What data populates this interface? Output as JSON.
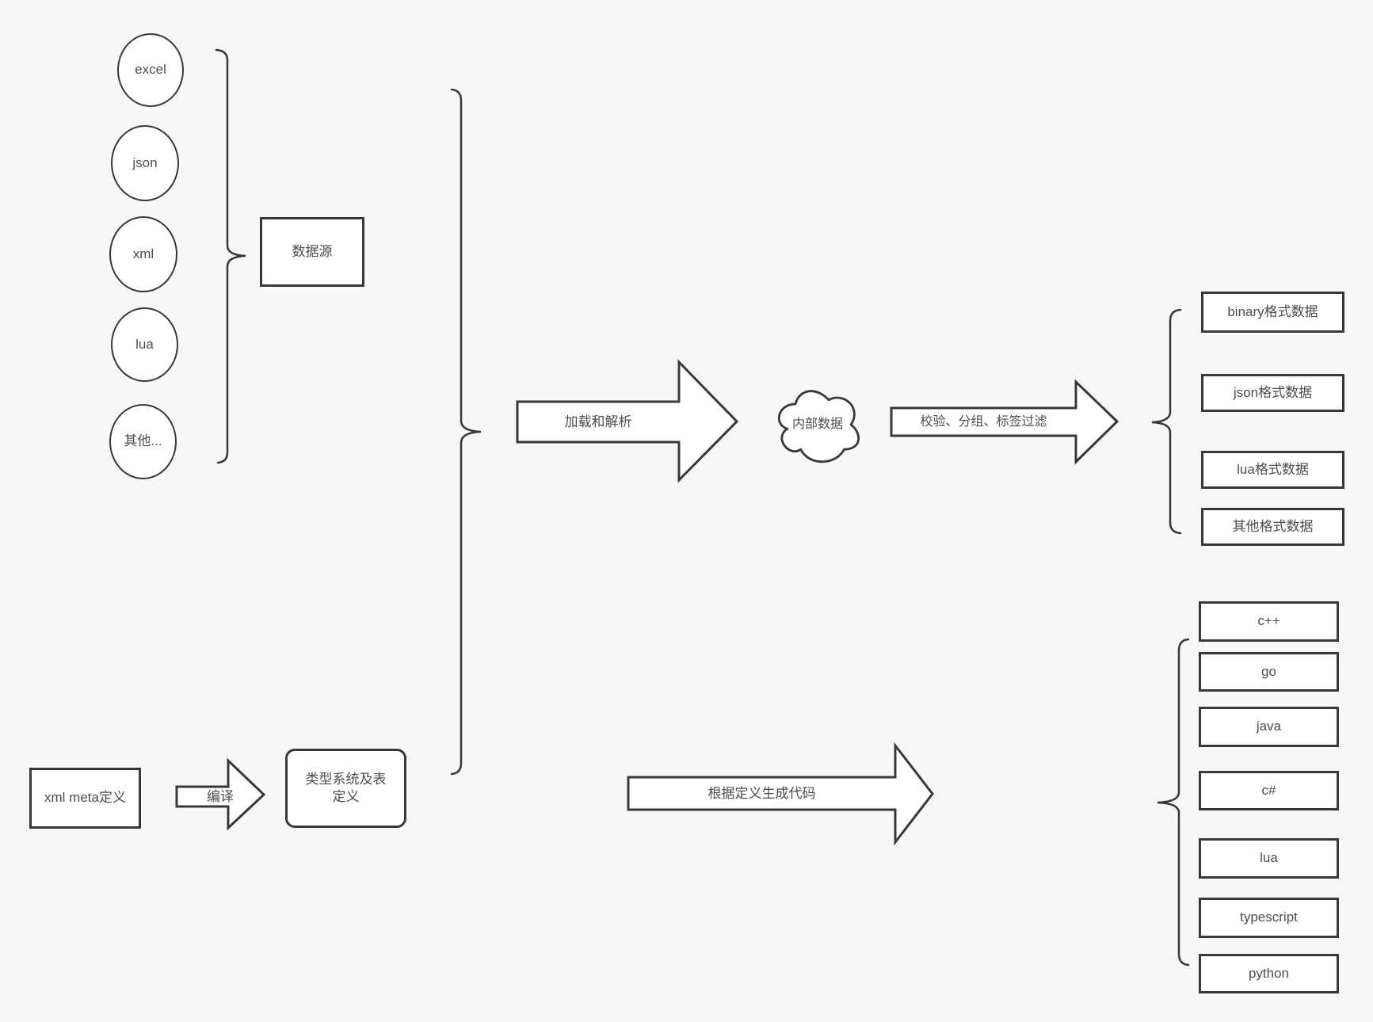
{
  "colors": {
    "background": "#f7f7f7",
    "shape_fill": "#ffffff",
    "stroke": "#383838",
    "text": "#4d4d4d"
  },
  "sources": {
    "group_label": "数据源",
    "items": [
      {
        "label": "excel"
      },
      {
        "label": "json"
      },
      {
        "label": "xml"
      },
      {
        "label": "lua"
      },
      {
        "label": "其他..."
      }
    ]
  },
  "pipeline": {
    "load_parse_label": "加载和解析",
    "internal_data_label": "内部数据",
    "filter_label": "校验、分组、标签过滤"
  },
  "definitions": {
    "xml_meta_label": "xml meta定义",
    "compile_label": "编译",
    "type_system_label": "类型系统及表定义",
    "codegen_label": "根据定义生成代码"
  },
  "format_outputs": {
    "items": [
      {
        "label": "binary格式数据"
      },
      {
        "label": "json格式数据"
      },
      {
        "label": "lua格式数据"
      },
      {
        "label": "其他格式数据"
      }
    ]
  },
  "language_outputs": {
    "items": [
      {
        "label": "c++"
      },
      {
        "label": "go"
      },
      {
        "label": "java"
      },
      {
        "label": "c#"
      },
      {
        "label": "lua"
      },
      {
        "label": "typescript"
      },
      {
        "label": "python"
      }
    ]
  }
}
